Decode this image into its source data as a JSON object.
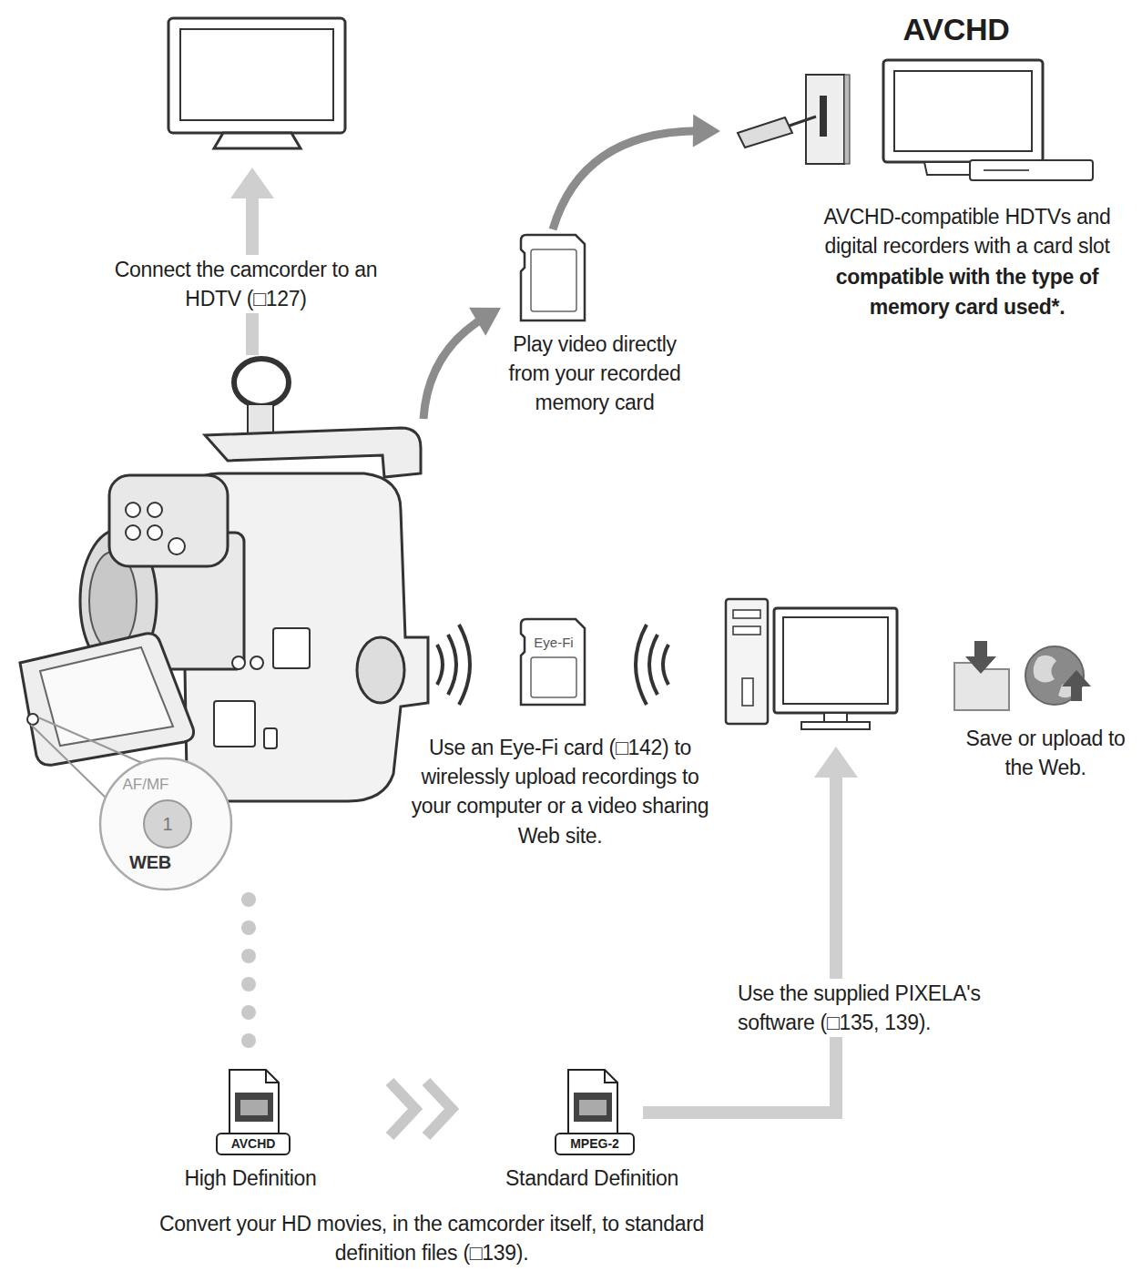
{
  "diagram": {
    "nodes": [
      {
        "text": [
          "Connect the camcorder to an HDTV (□127)"
        ]
      },
      {
        "text": [
          "Play video directly from your recorded memory card"
        ]
      },
      {
        "text": [
          "AVCHD",
          "AVCHD-compatible HDTVs and digital recorders with a card slot",
          "compatible with the type of memory card used*."
        ]
      },
      {
        "text": [
          "AF/MF",
          "1",
          "WEB"
        ]
      },
      {
        "text": [
          "Eye-Fi",
          "Use an Eye-Fi card (□142) to wirelessly upload recordings to your computer or a video sharing Web site."
        ]
      },
      {
        "text": [
          "Save or upload to the Web."
        ]
      },
      {
        "text": [
          "AVCHD",
          "High Definition"
        ]
      },
      {
        "text": [
          "MPEG-2",
          "Standard Definition"
        ]
      }
    ],
    "edges": [
      {
        "from": 3,
        "to": 0,
        "arrow": "to"
      },
      {
        "from": 3,
        "to": 1,
        "arrow": "to"
      },
      {
        "from": 1,
        "to": 2,
        "arrow": "to"
      },
      {
        "from": 3,
        "to": 6,
        "arrow": "none"
      },
      {
        "from": 6,
        "to": 7,
        "arrow": "to"
      },
      {
        "from": 7,
        "to": 5,
        "arrow": "to",
        "label": "Use the supplied PIXELA's software (□135, 139)."
      }
    ],
    "labels": [
      "Convert your HD movies, in the camcorder itself, to standard definition files (□139)."
    ]
  }
}
